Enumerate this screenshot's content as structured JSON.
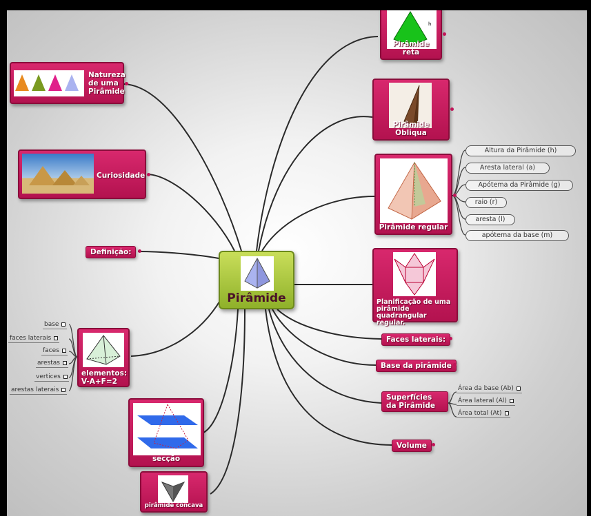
{
  "central": {
    "label": "Pirâmide"
  },
  "right_nodes": {
    "reta": "Pirâmide reta",
    "obliqua": "Pirâmide Obliqua",
    "regular": "Pirâmide regular",
    "planificacao": "Planificação de uma pirâmide quadrangular regular.",
    "faces": "Faces laterais:",
    "base": "Base da pirâmide",
    "superficies": "Superfícies da Pirâmide",
    "volume": "Volume"
  },
  "regular_children": [
    "Altura da Pirâmide (h)",
    "Aresta lateral (a)",
    "Apótema da Pirâmide (g)",
    "raio (r)",
    "aresta (l)",
    "apótema da base (m)"
  ],
  "superficies_children": [
    "Área da base (Ab)",
    "Área lateral (Al)",
    "Área total (At)"
  ],
  "left_nodes": {
    "natureza": "Natureza de uma Pirâmide",
    "curiosidade": "Curiosidade",
    "definicao": "Definição:",
    "elementos": "elementos: V-A+F=2",
    "seccao": "secção",
    "concava": "pirâmide côncava"
  },
  "elementos_children": [
    "base",
    "faces laterais",
    "faces",
    "arestas",
    "vertices",
    "arestas laterais"
  ],
  "colors": {
    "node": "#c8195e",
    "central": "#a6c437"
  }
}
